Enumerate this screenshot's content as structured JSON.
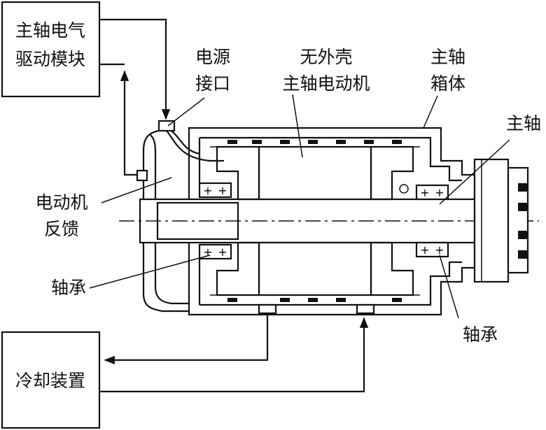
{
  "labels": {
    "drive_module": [
      "主轴电气",
      "驱动模块"
    ],
    "power_interface": [
      "电源",
      "接口"
    ],
    "shellless_motor": [
      "无外壳",
      "主轴电动机"
    ],
    "spindle_box": [
      "主轴",
      "箱体"
    ],
    "spindle": "主轴",
    "motor_feedback": [
      "电动机",
      "反馈"
    ],
    "bearing_left": "轴承",
    "bearing_right": "轴承",
    "cooling_device": "冷却装置"
  },
  "colors": {
    "line": "#111111",
    "background": "#ffffff"
  }
}
